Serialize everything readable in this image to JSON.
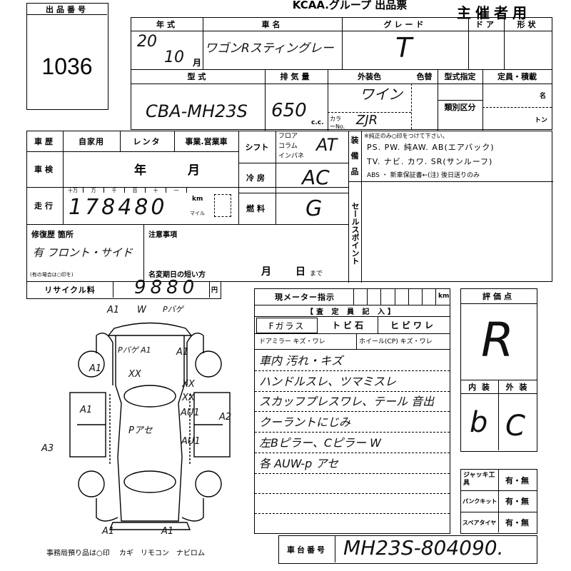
{
  "header": {
    "title": "KCAA.グループ 出品票",
    "organizer": "主催者用"
  },
  "lot": {
    "label": "出品番号",
    "number": "1036"
  },
  "vehicle": {
    "year_label": "年式",
    "year": "20",
    "month": "10",
    "month_unit": "月",
    "name_label": "車名",
    "name": "ワゴンRスティングレー",
    "grade_label": "グレード",
    "grade": "T",
    "door_label": "ドア",
    "shape_label": "形状",
    "model_label": "型式",
    "model": "CBA-MH23S",
    "displacement_label": "排気量",
    "displacement": "650",
    "cc_unit": "c.c.",
    "color_label": "外装色",
    "color": "ワイン",
    "color_change_label": "色替",
    "color_no_label": "カラーNo.",
    "color_no": "ZJR",
    "type_designation_label": "型式指定",
    "category_label": "類別区分",
    "capacity_label": "定員・積載",
    "persons_unit": "名",
    "tons_unit": "トン"
  },
  "history": {
    "label": "車歴",
    "options": [
      "自家用",
      "レンタ",
      "事業.営業車"
    ]
  },
  "inspection": {
    "label": "車検",
    "year_unit": "年",
    "month_unit": "月"
  },
  "mileage": {
    "label": "走行",
    "digit_labels": [
      "十万",
      "万",
      "千",
      "百",
      "十",
      "一"
    ],
    "value": "178480",
    "km": "km",
    "mile": "マイル"
  },
  "shift": {
    "label": "シフト",
    "options": [
      "フロア",
      "コラム",
      "インパネ"
    ],
    "value": "AT"
  },
  "aircon": {
    "label": "冷房",
    "value": "AC"
  },
  "fuel": {
    "label": "燃料",
    "value": "G"
  },
  "equipment": {
    "label": "装備品",
    "note": "※純正のみ○印をつけて下さい。",
    "line1": "PS. PW. 純AW. AB(エアバック)",
    "line2": "TV. ナビ. カワ. SR(サンルーフ)",
    "line3": "ABS ・ 新車保証書←(注) 後日送りのみ"
  },
  "sale_point": {
    "label": "セールスポイント"
  },
  "repair": {
    "label": "修復歴 箇所",
    "value": "有 フロント・サイド",
    "note": "(有の場合は○印を)"
  },
  "caution": {
    "label": "注意事項",
    "name_change": "名変期日の短い方",
    "month": "月",
    "day": "日",
    "until": "まで"
  },
  "recycle": {
    "label": "リサイクル料",
    "value": "9880",
    "unit": "円"
  },
  "meter": {
    "label": "現メーター指示",
    "unit": "km"
  },
  "inspector": {
    "label": "【査 定 員 記 入】",
    "fglass": "Fガラス",
    "chip": "トビ石",
    "crack": "ヒビワレ",
    "mirror": "ドアミラー キズ・ワレ",
    "wheel": "ホイール(CP) キズ・ワレ",
    "notes": [
      "車内 汚れ・キズ",
      "ハンドルスレ、ツマミスレ",
      "スカッフプレスワレ、テール 音出",
      "クーラントにじみ",
      "左Bピラー、Cピラー W",
      "各 AUW-p アセ"
    ]
  },
  "score": {
    "label": "評価点",
    "value": "R",
    "interior_label": "内 装",
    "exterior_label": "外 装",
    "interior": "b",
    "exterior": "C"
  },
  "accessories": [
    {
      "label": "ジャッキ工具",
      "value": "有・無"
    },
    {
      "label": "パンクキット",
      "value": "有・無"
    },
    {
      "label": "スペアタイヤ",
      "value": "有・無"
    }
  ],
  "chassis": {
    "label": "車台番号",
    "value": "MH23S-804090."
  },
  "diagram": {
    "marks": [
      "A1",
      "W",
      "Pバゲ",
      "Pバゲ A1",
      "A1",
      "A1",
      "XX",
      "XX",
      "XX",
      "A1",
      "AU1",
      "A2",
      "Pアセ",
      "A3",
      "AU1",
      "A1",
      "A1"
    ],
    "legend": "事務局預り品は○印　 カギ　リモコン　ナビロム"
  }
}
